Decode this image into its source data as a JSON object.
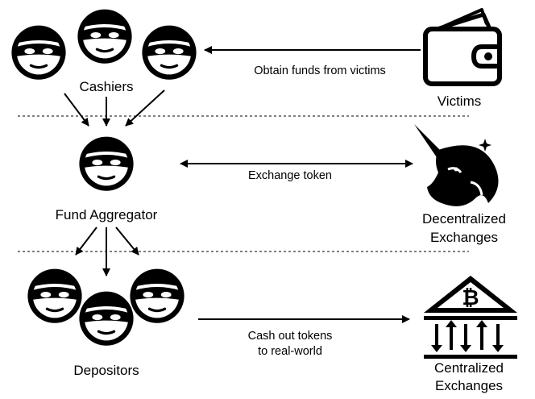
{
  "actors": {
    "cashiers": "Cashiers",
    "fund_aggregator": "Fund Aggregator",
    "depositors": "Depositors"
  },
  "targets": {
    "victims": "Victims",
    "dex_line1": "Decentralized",
    "dex_line2": "Exchanges",
    "cex_line1": "Centralized",
    "cex_line2": "Exchanges"
  },
  "flows": {
    "obtain_funds": "Obtain funds from victims",
    "exchange_token": "Exchange token",
    "cash_out_line1": "Cash out tokens",
    "cash_out_line2": "to real-world"
  },
  "icons": {
    "thief": "masked-thief-icon",
    "wallet": "wallet-icon",
    "unicorn": "unicorn-icon",
    "bank": "bank-bitcoin-icon",
    "bitcoin_glyph": "₿"
  },
  "colors": {
    "ink": "#000000",
    "paper": "#ffffff"
  }
}
